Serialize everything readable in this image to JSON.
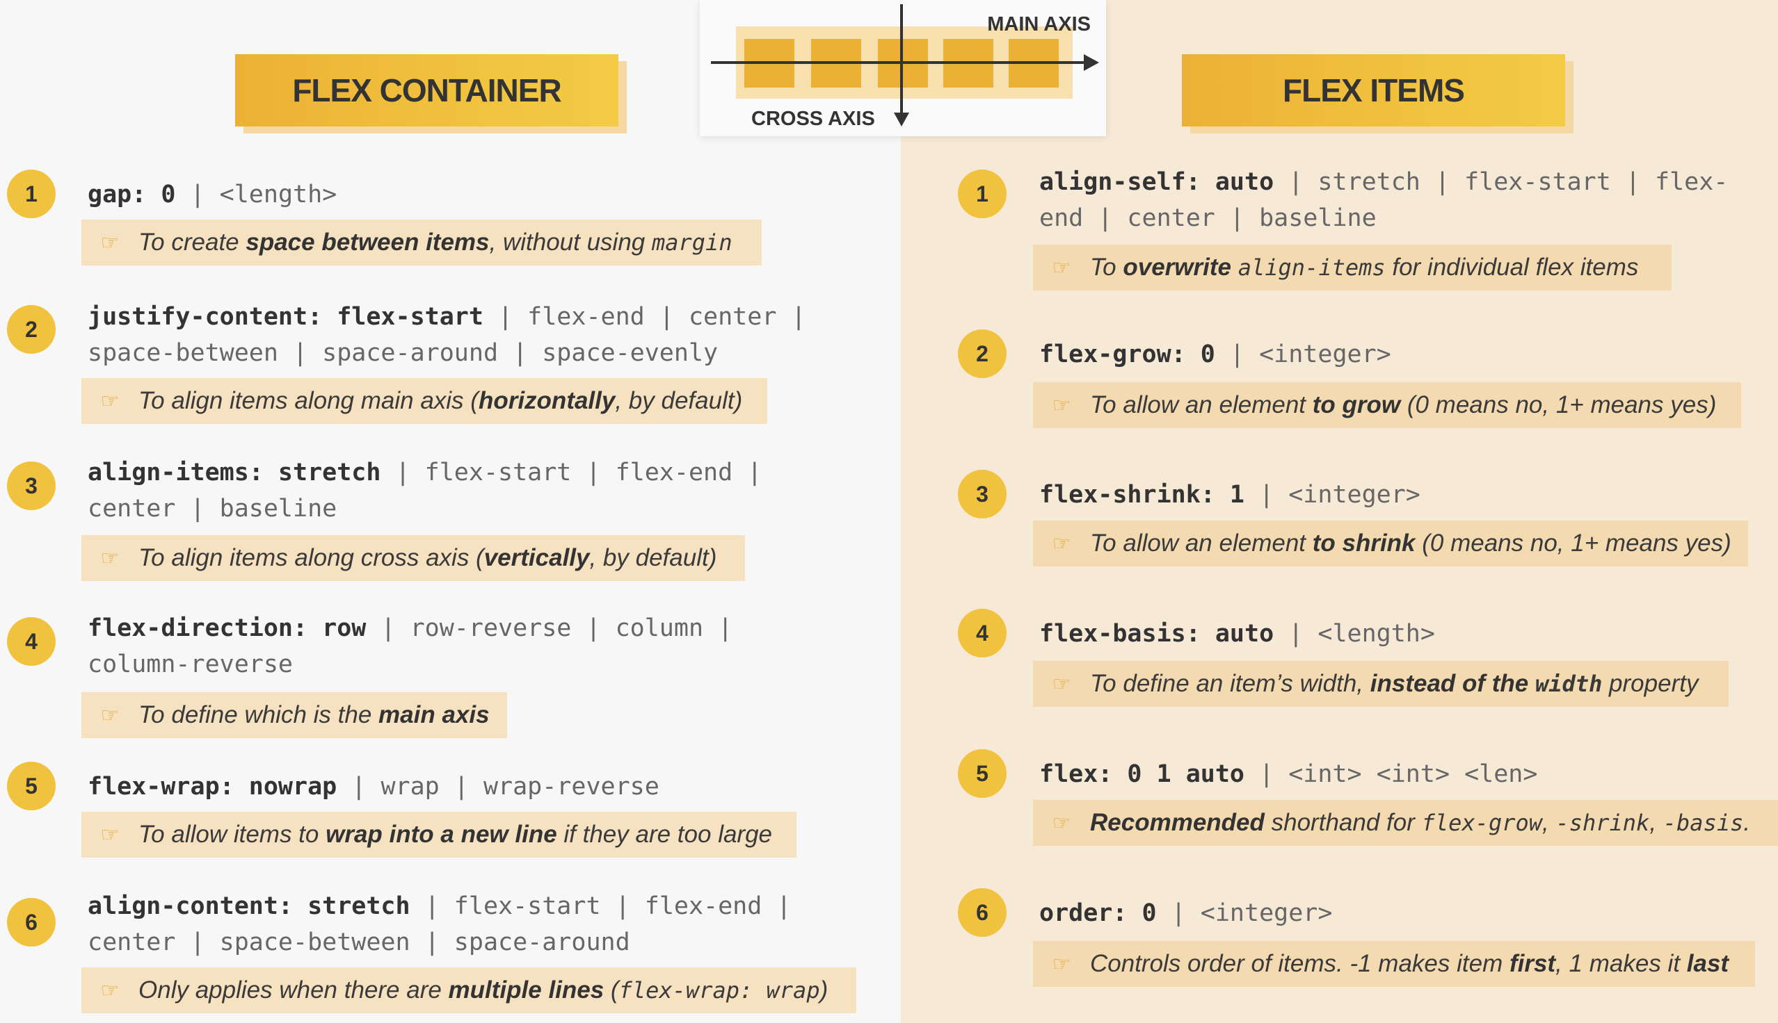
{
  "diagram": {
    "main_axis_label": "MAIN AXIS",
    "cross_axis_label": "CROSS AXIS",
    "colors": {
      "box": "#ebb136",
      "track": "#f7dfae",
      "axis": "#333333"
    }
  },
  "left": {
    "title": "FLEX CONTAINER",
    "items": [
      {
        "number": "1",
        "code_lines": [
          [
            {
              "t": "gap: 0",
              "b": true
            },
            {
              "t": " | <length>",
              "b": false
            }
          ]
        ],
        "tip_parts": [
          {
            "t": "To create ",
            "s": "i"
          },
          {
            "t": "space between items",
            "s": "b"
          },
          {
            "t": ", without using ",
            "s": "i"
          },
          {
            "t": "margin",
            "s": "m"
          }
        ]
      },
      {
        "number": "2",
        "code_lines": [
          [
            {
              "t": "justify-content: flex-start",
              "b": true
            },
            {
              "t": " | flex-end | center |",
              "b": false
            }
          ],
          [
            {
              "t": "space-between | space-around | space-evenly",
              "b": false
            }
          ]
        ],
        "tip_parts": [
          {
            "t": "To align items along main axis (",
            "s": "i"
          },
          {
            "t": "horizontally",
            "s": "b"
          },
          {
            "t": ", by default)",
            "s": "i"
          }
        ]
      },
      {
        "number": "3",
        "code_lines": [
          [
            {
              "t": "align-items: stretch",
              "b": true
            },
            {
              "t": " | flex-start | flex-end |",
              "b": false
            }
          ],
          [
            {
              "t": "center | baseline",
              "b": false
            }
          ]
        ],
        "tip_parts": [
          {
            "t": "To align items along cross axis (",
            "s": "i"
          },
          {
            "t": "vertically",
            "s": "b"
          },
          {
            "t": ", by default)",
            "s": "i"
          }
        ]
      },
      {
        "number": "4",
        "code_lines": [
          [
            {
              "t": "flex-direction: row",
              "b": true
            },
            {
              "t": " | row-reverse | column |",
              "b": false
            }
          ],
          [
            {
              "t": "column-reverse",
              "b": false
            }
          ]
        ],
        "tip_parts": [
          {
            "t": "To define which is the ",
            "s": "i"
          },
          {
            "t": "main axis",
            "s": "b"
          }
        ]
      },
      {
        "number": "5",
        "code_lines": [
          [
            {
              "t": "flex-wrap: nowrap",
              "b": true
            },
            {
              "t": " | wrap | wrap-reverse",
              "b": false
            }
          ]
        ],
        "tip_parts": [
          {
            "t": "To allow items to ",
            "s": "i"
          },
          {
            "t": "wrap into a new line",
            "s": "b"
          },
          {
            "t": " if they are too large",
            "s": "i"
          }
        ]
      },
      {
        "number": "6",
        "code_lines": [
          [
            {
              "t": "align-content: stretch",
              "b": true
            },
            {
              "t": " | flex-start | flex-end |",
              "b": false
            }
          ],
          [
            {
              "t": "center | space-between | space-around",
              "b": false
            }
          ]
        ],
        "tip_parts": [
          {
            "t": "Only applies when there are ",
            "s": "i"
          },
          {
            "t": "multiple lines",
            "s": "b"
          },
          {
            "t": " (",
            "s": "i"
          },
          {
            "t": "flex-wrap: wrap",
            "s": "m"
          },
          {
            "t": ")",
            "s": "i"
          }
        ]
      }
    ]
  },
  "right": {
    "title": "FLEX ITEMS",
    "items": [
      {
        "number": "1",
        "code_lines": [
          [
            {
              "t": "align-self: auto",
              "b": true
            },
            {
              "t": " | stretch | flex-start | flex-",
              "b": false
            }
          ],
          [
            {
              "t": "end | center | baseline",
              "b": false
            }
          ]
        ],
        "tip_parts": [
          {
            "t": "To ",
            "s": "i"
          },
          {
            "t": "overwrite",
            "s": "b"
          },
          {
            "t": " ",
            "s": "i"
          },
          {
            "t": "align-items",
            "s": "m"
          },
          {
            "t": " for individual flex items",
            "s": "i"
          }
        ]
      },
      {
        "number": "2",
        "code_lines": [
          [
            {
              "t": "flex-grow: 0",
              "b": true
            },
            {
              "t": " | <integer>",
              "b": false
            }
          ]
        ],
        "tip_parts": [
          {
            "t": "To allow an element ",
            "s": "i"
          },
          {
            "t": "to grow",
            "s": "b"
          },
          {
            "t": " (0 means no, 1+ means yes)",
            "s": "i"
          }
        ]
      },
      {
        "number": "3",
        "code_lines": [
          [
            {
              "t": "flex-shrink: 1",
              "b": true
            },
            {
              "t": " | <integer>",
              "b": false
            }
          ]
        ],
        "tip_parts": [
          {
            "t": "To allow an element ",
            "s": "i"
          },
          {
            "t": "to shrink",
            "s": "b"
          },
          {
            "t": " (0 means no, 1+ means yes)",
            "s": "i"
          }
        ]
      },
      {
        "number": "4",
        "code_lines": [
          [
            {
              "t": "flex-basis: auto",
              "b": true
            },
            {
              "t": " | <length>",
              "b": false
            }
          ]
        ],
        "tip_parts": [
          {
            "t": "To define an item’s width, ",
            "s": "i"
          },
          {
            "t": "instead of the ",
            "s": "b"
          },
          {
            "t": "width",
            "s": "mb"
          },
          {
            "t": " property",
            "s": "i"
          }
        ]
      },
      {
        "number": "5",
        "code_lines": [
          [
            {
              "t": "flex: 0 1 auto",
              "b": true
            },
            {
              "t": " | <int> <int> <len>",
              "b": false
            }
          ]
        ],
        "tip_parts": [
          {
            "t": "Recommended",
            "s": "b"
          },
          {
            "t": " shorthand for ",
            "s": "i"
          },
          {
            "t": "flex-grow",
            "s": "m"
          },
          {
            "t": ", ",
            "s": "i"
          },
          {
            "t": "-shrink",
            "s": "m"
          },
          {
            "t": ", ",
            "s": "i"
          },
          {
            "t": "-basis",
            "s": "m"
          },
          {
            "t": ".",
            "s": "i"
          }
        ]
      },
      {
        "number": "6",
        "code_lines": [
          [
            {
              "t": "order: 0",
              "b": true
            },
            {
              "t": " | <integer>",
              "b": false
            }
          ]
        ],
        "tip_parts": [
          {
            "t": "Controls order of items. -1 makes item ",
            "s": "i"
          },
          {
            "t": "first",
            "s": "b"
          },
          {
            "t": ", 1 makes it ",
            "s": "i"
          },
          {
            "t": "last",
            "s": "b"
          }
        ]
      }
    ]
  }
}
